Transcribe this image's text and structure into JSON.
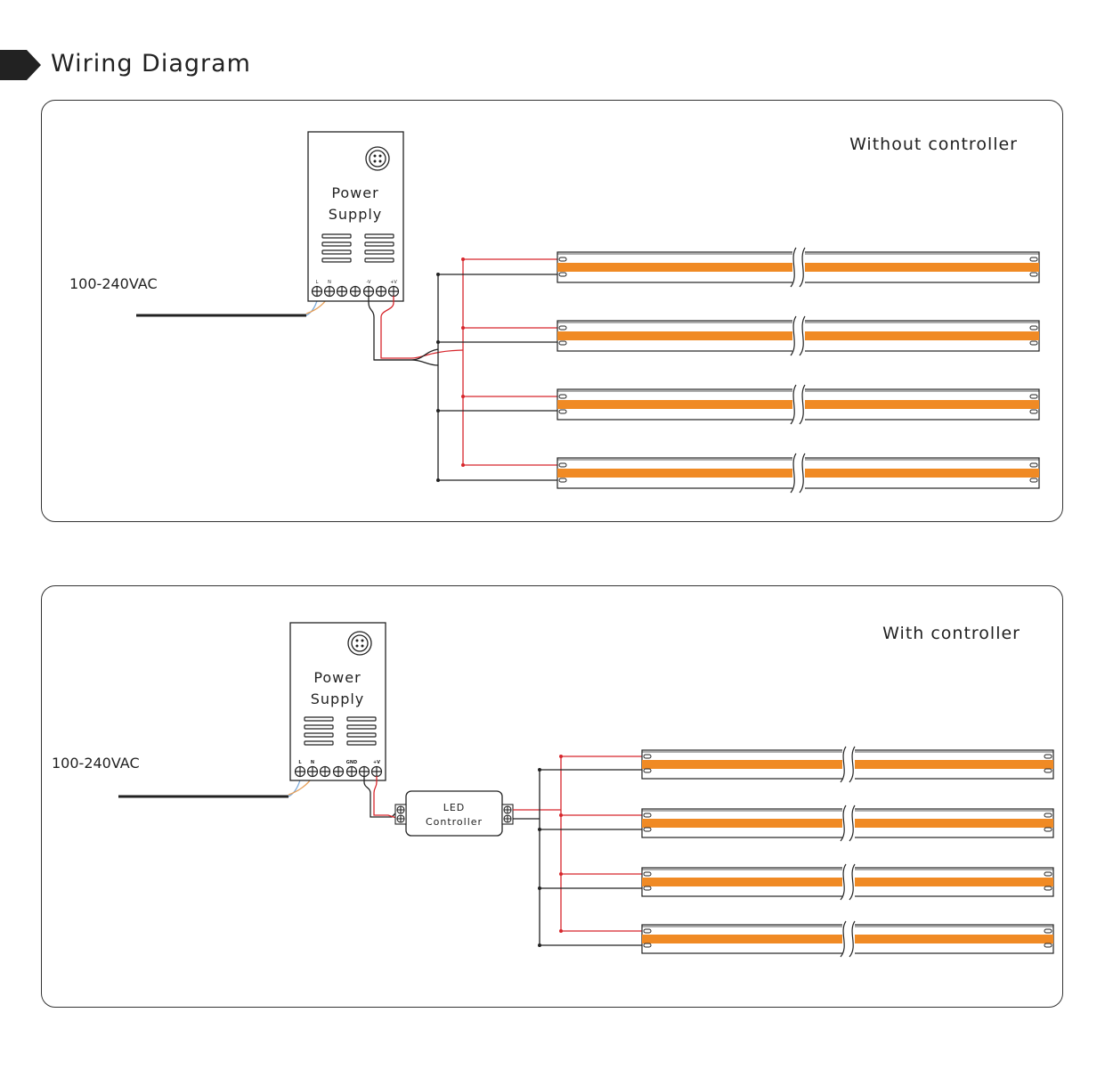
{
  "header": {
    "title": "Wiring Diagram"
  },
  "diagrams": [
    {
      "title": "Without controller",
      "input_label": "100-240VAC",
      "psu_label_1": "Power",
      "psu_label_2": "Supply",
      "terminal_labels": [
        "L",
        "N",
        "-V",
        "+V"
      ]
    },
    {
      "title": "With controller",
      "input_label": "100-240VAC",
      "psu_label_1": "Power",
      "psu_label_2": "Supply",
      "terminal_labels": [
        "L",
        "N",
        "GND",
        "+V"
      ],
      "controller_label_1": "LED",
      "controller_label_2": "Controller"
    }
  ],
  "colors": {
    "strip": "#f08a24",
    "positive_wire": "#d7262c",
    "negative_wire": "#222222",
    "live_wire": "#e8a058",
    "neutral_wire": "#7aa8d8"
  },
  "strips_per_diagram": 4
}
